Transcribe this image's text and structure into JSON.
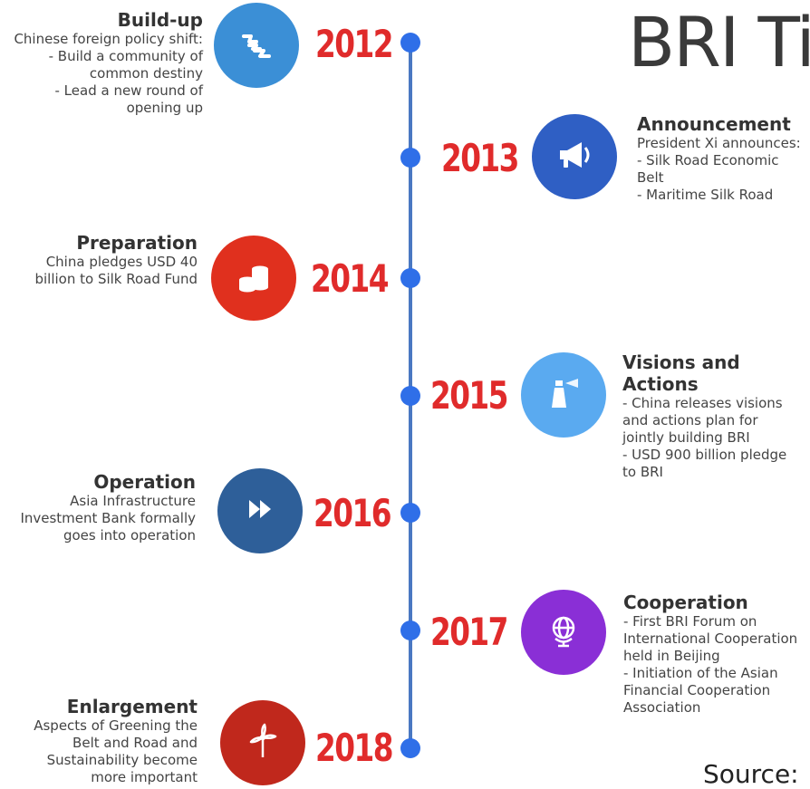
{
  "title": "BRI Ti",
  "source_label": "Source:",
  "colors": {
    "axis": "#4a78c2",
    "dot": "#2f6fe8",
    "year": "#e02b2b"
  },
  "events": [
    {
      "year": "2012",
      "title": "Build-up",
      "description": "Chinese foreign policy shift:\n- Build a community of\ncommon destiny\n- Lead a new round of\nopening up",
      "icon": "great-wall-icon",
      "color": "#3b8fd6"
    },
    {
      "year": "2013",
      "title": "Announcement",
      "description": "President Xi announces:\n- Silk Road Economic\nBelt\n- Maritime Silk Road",
      "icon": "megaphone-icon",
      "color": "#2f5fc4"
    },
    {
      "year": "2014",
      "title": "Preparation",
      "description": "China pledges USD 40\nbillion to Silk Road Fund",
      "icon": "coins-icon",
      "color": "#e0301e"
    },
    {
      "year": "2015",
      "title": "Visions and Actions",
      "description": "- China releases visions\nand actions plan for\njointly building BRI\n- USD 900 billion pledge\nto BRI",
      "icon": "lighthouse-icon",
      "color": "#5aaaf0"
    },
    {
      "year": "2016",
      "title": "Operation",
      "description": "Asia Infrastructure\nInvestment Bank formally\ngoes into operation",
      "icon": "fast-forward-icon",
      "color": "#2e5f99"
    },
    {
      "year": "2017",
      "title": "Cooperation",
      "description": "- First BRI Forum on\nInternational Cooperation\nheld in Beijing\n- Initiation of the Asian\nFinancial Cooperation\nAssociation",
      "icon": "globe-icon",
      "color": "#8a2fd6"
    },
    {
      "year": "2018",
      "title": "Enlargement",
      "description": "Aspects of Greening the\nBelt and Road and\nSustainability become\nmore important",
      "icon": "wind-turbine-icon",
      "color": "#c0281c"
    }
  ]
}
